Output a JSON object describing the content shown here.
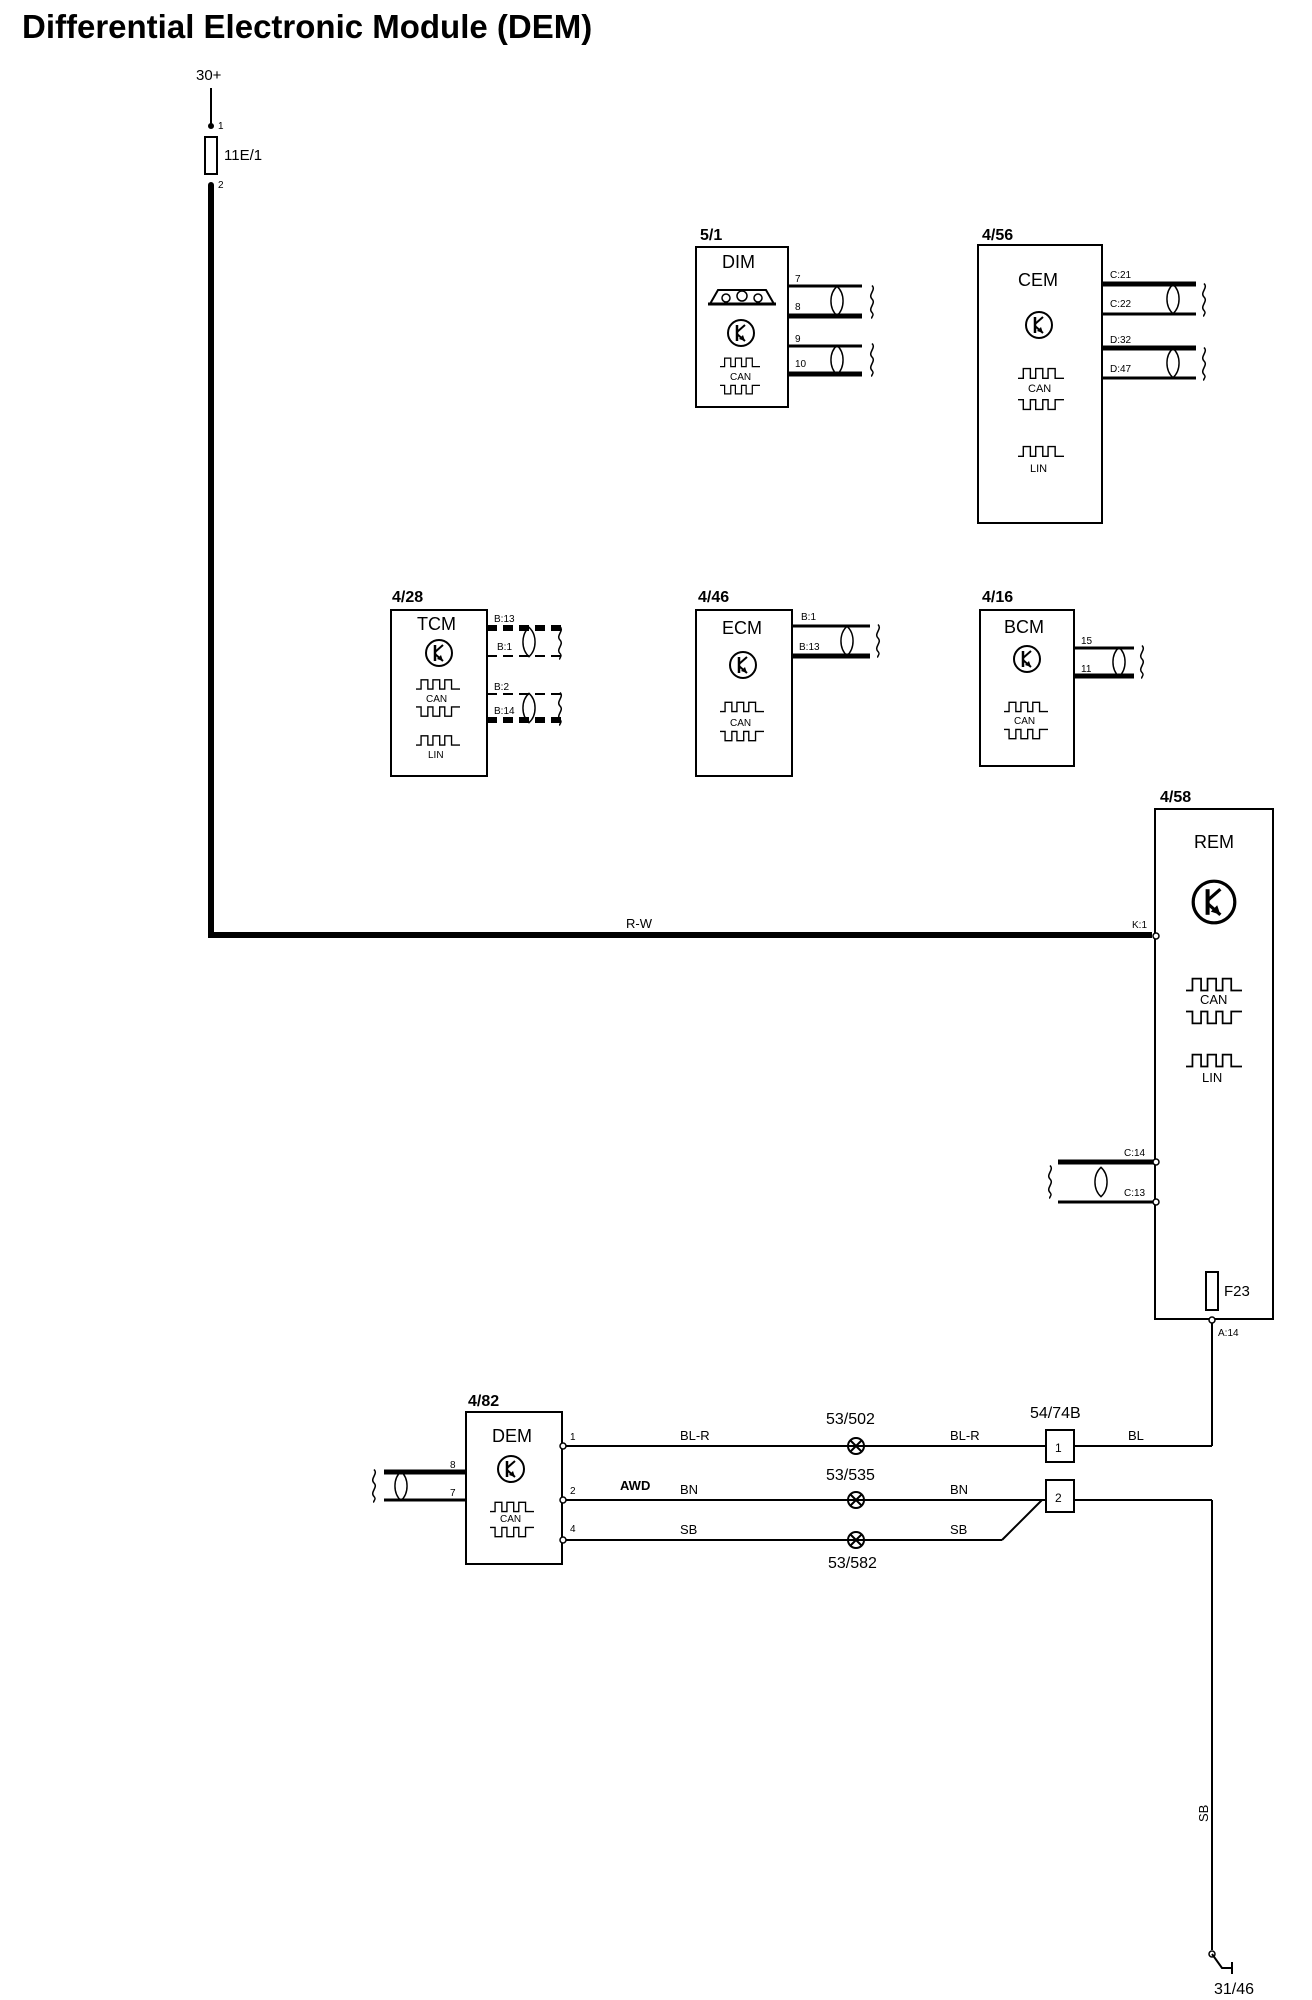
{
  "title": "Differential Electronic Module (DEM)",
  "supply": {
    "label": "30+",
    "fuse": "11E/1",
    "pin_in": "1",
    "pin_out": "2"
  },
  "ground": {
    "label": "31/46"
  },
  "modules": {
    "dim": {
      "ref": "5/1",
      "name": "DIM",
      "can": "CAN",
      "pins": [
        "7",
        "8",
        "9",
        "10"
      ]
    },
    "cem": {
      "ref": "4/56",
      "name": "CEM",
      "can": "CAN",
      "lin": "LIN",
      "pins": [
        "C:21",
        "C:22",
        "D:32",
        "D:47"
      ]
    },
    "tcm": {
      "ref": "4/28",
      "name": "TCM",
      "can": "CAN",
      "lin": "LIN",
      "pins": [
        "B:13",
        "B:1",
        "B:2",
        "B:14"
      ]
    },
    "ecm": {
      "ref": "4/46",
      "name": "ECM",
      "can": "CAN",
      "pins": [
        "B:1",
        "B:13"
      ]
    },
    "bcm": {
      "ref": "4/16",
      "name": "BCM",
      "can": "CAN",
      "pins": [
        "15",
        "11"
      ]
    },
    "rem": {
      "ref": "4/58",
      "name": "REM",
      "can": "CAN",
      "lin": "LIN",
      "fuse": "F23",
      "pins": [
        "K:1",
        "C:14",
        "C:13",
        "A:14"
      ]
    },
    "dem": {
      "ref": "4/82",
      "name": "DEM",
      "can": "CAN",
      "pins_left": [
        "8",
        "7"
      ],
      "pins_right": [
        "1",
        "2",
        "4"
      ]
    }
  },
  "wires": {
    "rw": "R-W",
    "awd": "AWD",
    "w1_left": "BL-R",
    "w1_right": "BL-R",
    "w2_left": "BN",
    "w2_right": "BN",
    "w3_left": "SB",
    "w3_right": "SB",
    "bl": "BL",
    "sb_vertical": "SB"
  },
  "splices": [
    "53/502",
    "53/535",
    "53/582"
  ],
  "connector": {
    "ref": "54/74B",
    "pins": [
      "1",
      "2"
    ]
  }
}
